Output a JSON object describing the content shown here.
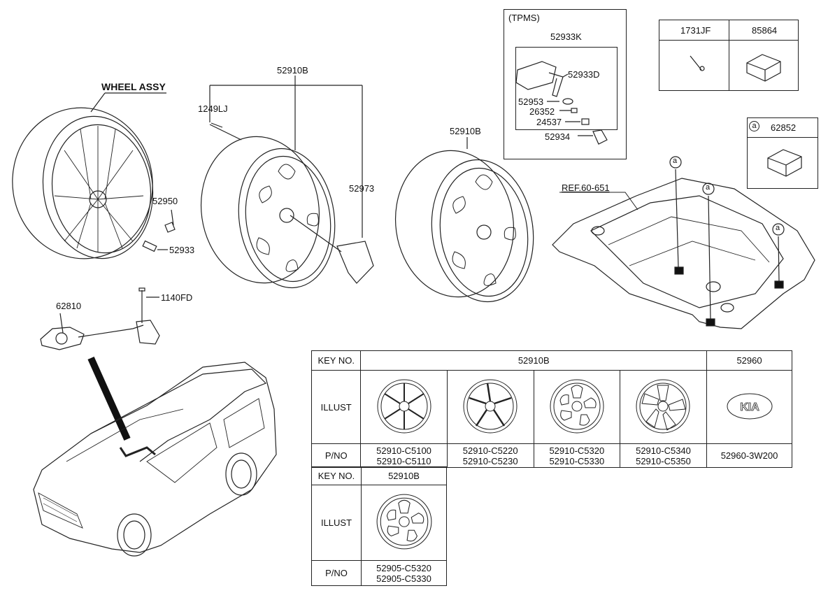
{
  "wheel_assy": {
    "label": "WHEEL ASSY",
    "nut": "52950",
    "valve": "52933"
  },
  "center": {
    "top": "52910B",
    "bolt": "1249LJ",
    "cap": "52973"
  },
  "right_wheel": "52910B",
  "tpms": {
    "title": "(TPMS)",
    "kit": "52933K",
    "sensor": "52933D",
    "p1": "52953",
    "p2": "26352",
    "p3": "24537",
    "p4": "52934"
  },
  "small_boxes": {
    "left": "1731JF",
    "right": "85864",
    "a_marker": "a",
    "a_part": "62852"
  },
  "floor": {
    "ref": "REF.60-651",
    "markers": [
      "a",
      "a",
      "a"
    ]
  },
  "carrier": {
    "part": "62810",
    "bolt": "1140FD"
  },
  "table1": {
    "key_label": "KEY NO.",
    "key_main": "52910B",
    "key_emblem": "52960",
    "illust": "ILLUST",
    "pno": "P/NO",
    "emblem_text": "KIA",
    "parts": [
      [
        "52910-C5100",
        "52910-C5110"
      ],
      [
        "52910-C5220",
        "52910-C5230"
      ],
      [
        "52910-C5320",
        "52910-C5330"
      ],
      [
        "52910-C5340",
        "52910-C5350"
      ]
    ],
    "emblem_part": "52960-3W200"
  },
  "table2": {
    "key_label": "KEY NO.",
    "key_main": "52910B",
    "illust": "ILLUST",
    "pno": "P/NO",
    "parts": [
      "52905-C5320",
      "52905-C5330"
    ]
  }
}
